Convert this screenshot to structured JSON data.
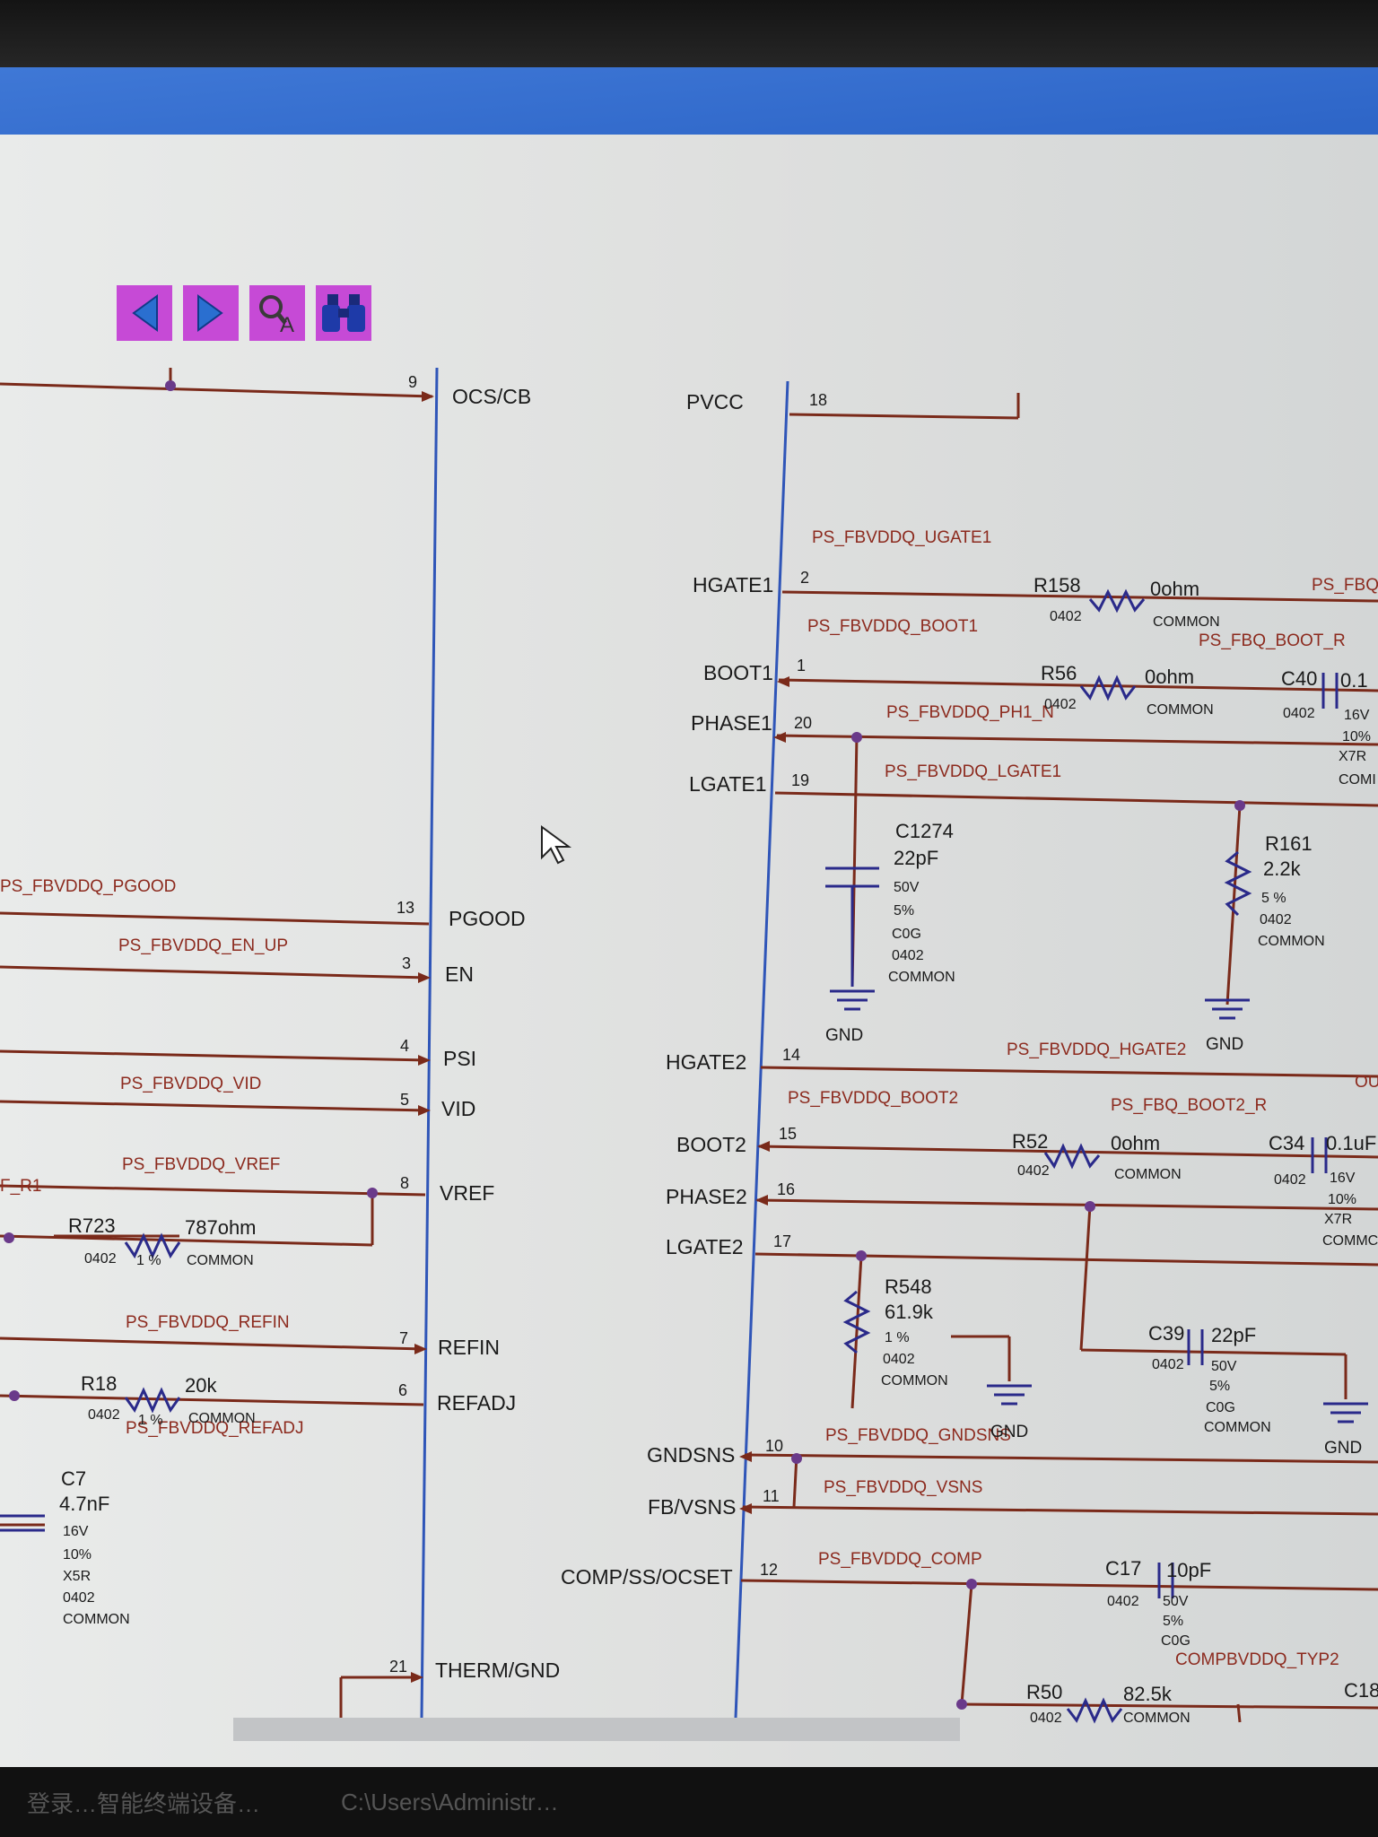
{
  "toolbar": [
    {
      "name": "previous-page-button",
      "icon": "left-arrow-icon"
    },
    {
      "name": "next-page-button",
      "icon": "right-arrow-icon"
    },
    {
      "name": "find-text-button",
      "icon": "search-text-icon"
    },
    {
      "name": "binoculars-button",
      "icon": "binoculars-icon"
    }
  ],
  "pins": {
    "ocs": {
      "num": "9",
      "name": "OCS/CB"
    },
    "pvcc": {
      "num": "18",
      "name": "PVCC"
    },
    "hgate1": {
      "num": "2",
      "name": "HGATE1"
    },
    "boot1": {
      "num": "1",
      "name": "BOOT1"
    },
    "phase1": {
      "num": "20",
      "name": "PHASE1"
    },
    "lgate1": {
      "num": "19",
      "name": "LGATE1"
    },
    "pgood": {
      "num": "13",
      "name": "PGOOD"
    },
    "en": {
      "num": "3",
      "name": "EN"
    },
    "psi": {
      "num": "4",
      "name": "PSI"
    },
    "vid": {
      "num": "5",
      "name": "VID"
    },
    "vref": {
      "num": "8",
      "name": "VREF"
    },
    "refin": {
      "num": "7",
      "name": "REFIN"
    },
    "refadj": {
      "num": "6",
      "name": "REFADJ"
    },
    "hgate2": {
      "num": "14",
      "name": "HGATE2"
    },
    "boot2": {
      "num": "15",
      "name": "BOOT2"
    },
    "phase2": {
      "num": "16",
      "name": "PHASE2"
    },
    "lgate2": {
      "num": "17",
      "name": "LGATE2"
    },
    "gndsns": {
      "num": "10",
      "name": "GNDSNS"
    },
    "fbvsns": {
      "num": "11",
      "name": "FB/VSNS"
    },
    "comp": {
      "num": "12",
      "name": "COMP/SS/OCSET"
    },
    "therm": {
      "num": "21",
      "name": "THERM/GND"
    }
  },
  "nets": {
    "ugate1": "PS_FBVDDQ_UGATE1",
    "boot1": "PS_FBVDDQ_BOOT1",
    "fbq_r": "PS_FBQ_BOOT_R",
    "ph1n": "PS_FBVDDQ_PH1_N",
    "lgate1": "PS_FBVDDQ_LGATE1",
    "pgood": "PS_FBVDDQ_PGOOD",
    "enup": "PS_FBVDDQ_EN_UP",
    "vid": "PS_FBVDDQ_VID",
    "vref": "PS_FBVDDQ_VREF",
    "refin": "PS_FBVDDQ_REFIN",
    "refadj": "PS_FBVDDQ_REFADJ",
    "hgate2": "PS_FBVDDQ_HGATE2",
    "boot2": "PS_FBVDDQ_BOOT2",
    "fbq2": "PS_FBQ_BOOT2_R",
    "gndsns": "PS_FBVDDQ_GNDSNS",
    "vsns": "PS_FBVDDQ_VSNS",
    "comp": "PS_FBVDDQ_COMP",
    "typ2": "COMPBVDDQ_TYP2",
    "edge_fbq": "PS_FBQ",
    "edge_rf": "F_R1",
    "edge_ou": "OU"
  },
  "parts": {
    "r158": {
      "ref": "R158",
      "val": "0ohm",
      "pkg": "0402",
      "tag": "COMMON"
    },
    "r56": {
      "ref": "R56",
      "val": "0ohm",
      "pkg": "0402",
      "tag": "COMMON"
    },
    "c40": {
      "ref": "C40",
      "val": "0.1",
      "pkg": "0402",
      "v": "16V",
      "t": "10%",
      "d": "X7R",
      "tag": "COMI"
    },
    "c1274": {
      "ref": "C1274",
      "val": "22pF",
      "v": "50V",
      "t": "5%",
      "d": "C0G",
      "pkg": "0402",
      "tag": "COMMON"
    },
    "r161": {
      "ref": "R161",
      "val": "2.2k",
      "t": "5 %",
      "pkg": "0402",
      "tag": "COMMON"
    },
    "r52": {
      "ref": "R52",
      "val": "0ohm",
      "pkg": "0402",
      "tag": "COMMON"
    },
    "c34": {
      "ref": "C34",
      "val": "0.1uF",
      "pkg": "0402",
      "v": "16V",
      "t": "10%",
      "d": "X7R",
      "tag": "COMMC"
    },
    "r723": {
      "ref": "R723",
      "val": "787ohm",
      "pkg": "0402",
      "t": "1 %",
      "tag": "COMMON"
    },
    "r548": {
      "ref": "R548",
      "val": "61.9k",
      "t": "1 %",
      "pkg": "0402",
      "tag": "COMMON"
    },
    "c39": {
      "ref": "C39",
      "val": "22pF",
      "pkg": "0402",
      "v": "50V",
      "t": "5%",
      "d": "C0G",
      "tag": "COMMON"
    },
    "r18": {
      "ref": "R18",
      "val": "20k",
      "pkg": "0402",
      "t": "1 %",
      "tag": "COMMON"
    },
    "c7": {
      "ref": "C7",
      "val": "4.7nF",
      "v": "16V",
      "t": "10%",
      "d": "X5R",
      "pkg": "0402",
      "tag": "COMMON"
    },
    "c17": {
      "ref": "C17",
      "val": "10pF",
      "pkg": "0402",
      "v": "50V",
      "t": "5%",
      "d": "C0G"
    },
    "r50": {
      "ref": "R50",
      "val": "82.5k",
      "pkg": "0402",
      "tag": "COMMON"
    },
    "c18": {
      "ref": "C18"
    }
  },
  "gnd": "GND",
  "taskbar": {
    "item1": "登录…智能终端设备…",
    "item2": "C:\\Users\\Administr…"
  },
  "colors": {
    "wire": "#7a2a1a",
    "pinline": "#2f55b8",
    "text": "#1a1a1a",
    "net": "#8c2a1e",
    "accent": "#c64ad6"
  }
}
